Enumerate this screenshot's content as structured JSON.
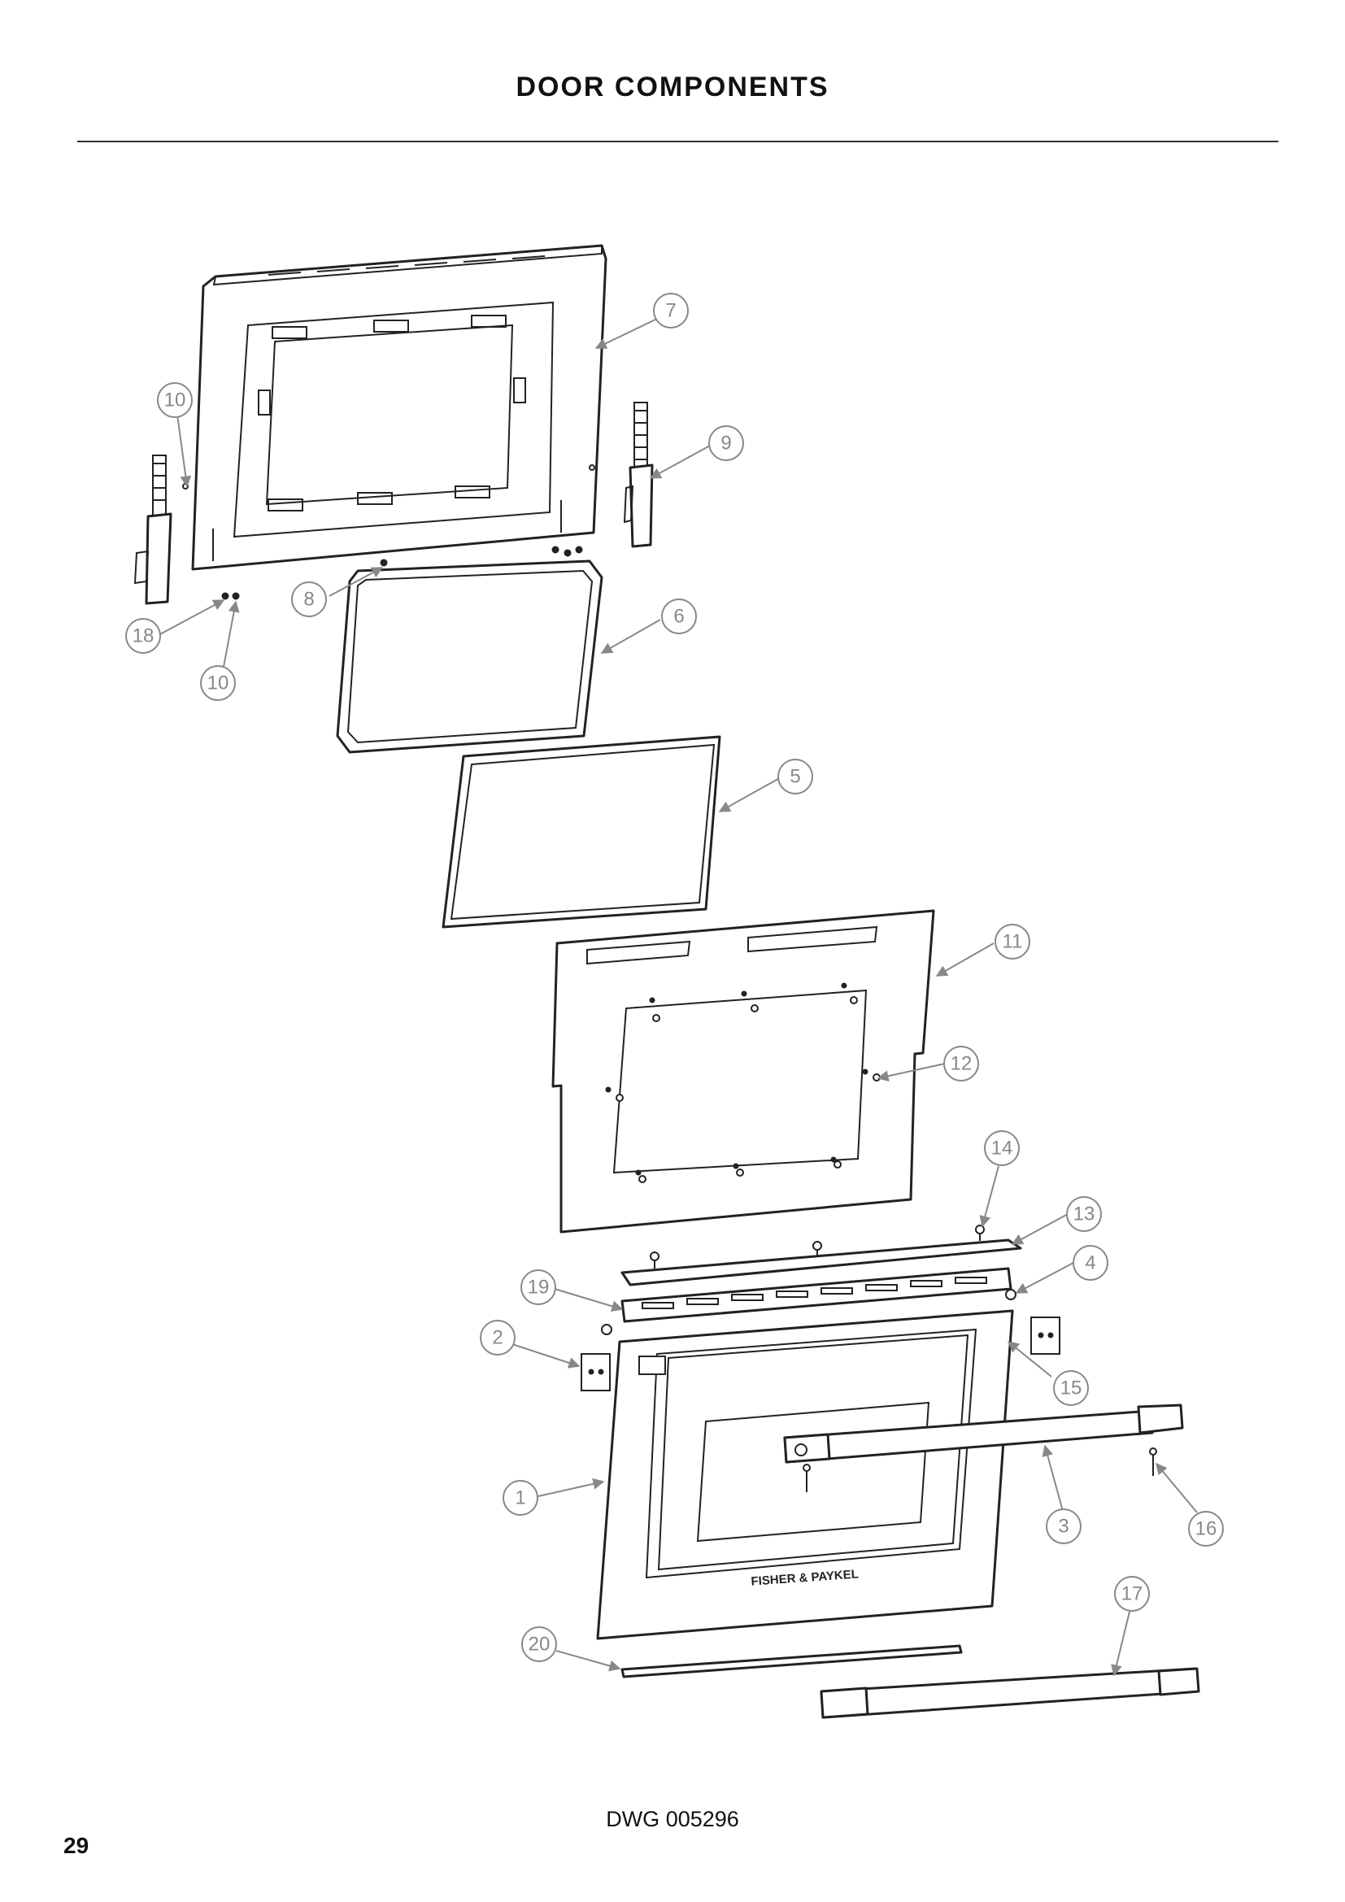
{
  "page": {
    "title": "DOOR COMPONENTS",
    "drawing_number": "DWG 005296",
    "page_number": "29"
  },
  "diagram": {
    "brand_text": "FISHER & PAYKEL",
    "callouts": [
      "1",
      "2",
      "3",
      "4",
      "5",
      "6",
      "7",
      "8",
      "9",
      "10",
      "10",
      "11",
      "12",
      "13",
      "14",
      "15",
      "16",
      "17",
      "18",
      "19",
      "20"
    ]
  },
  "colors": {
    "line": "#222222",
    "callout": "#888888",
    "background": "#ffffff"
  }
}
